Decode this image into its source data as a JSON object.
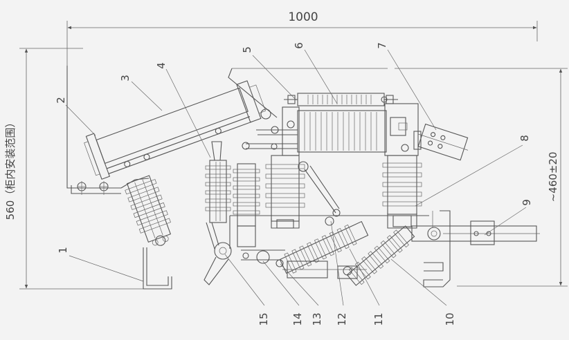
{
  "dimensions": {
    "width_label": "1000",
    "height_label": "560（柜内安装范围）",
    "right_label": "~460±20"
  },
  "callouts": [
    "1",
    "2",
    "3",
    "4",
    "5",
    "6",
    "7",
    "8",
    "9",
    "10",
    "11",
    "12",
    "13",
    "14",
    "15"
  ],
  "colors": {
    "line": "#555555",
    "background": "#f3f3f3"
  }
}
